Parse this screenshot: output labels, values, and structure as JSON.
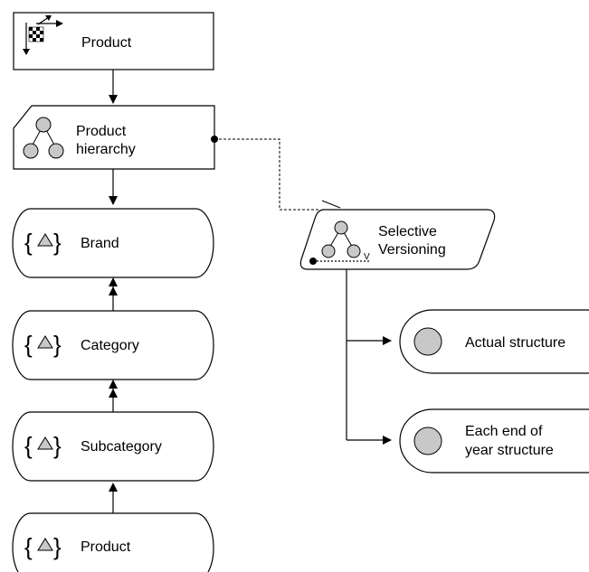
{
  "nodes": {
    "product_top": {
      "label": "Product",
      "icon": "checkered-flag-axes-icon"
    },
    "product_hierarchy": {
      "label_line1": "Product",
      "label_line2": "hierarchy",
      "icon": "hierarchy-tree-icon"
    },
    "brand": {
      "label": "Brand",
      "icon": "level-triangle-icon"
    },
    "category": {
      "label": "Category",
      "icon": "level-triangle-icon"
    },
    "subcategory": {
      "label": "Subcategory",
      "icon": "level-triangle-icon"
    },
    "product_bottom": {
      "label": "Product",
      "icon": "level-triangle-icon"
    },
    "selective_versioning": {
      "label_line1": "Selective",
      "label_line2": "Versioning",
      "icon": "versioning-tree-icon",
      "icon_suffix": "V"
    },
    "actual_structure": {
      "label": "Actual structure",
      "icon": "gray-circle-icon"
    },
    "year_end_structure": {
      "label_line1": "Each end of",
      "label_line2": "year structure",
      "icon": "gray-circle-icon"
    }
  },
  "colors": {
    "icon_fill": "#c8c8c8",
    "stroke": "#000000",
    "background": "#ffffff"
  }
}
